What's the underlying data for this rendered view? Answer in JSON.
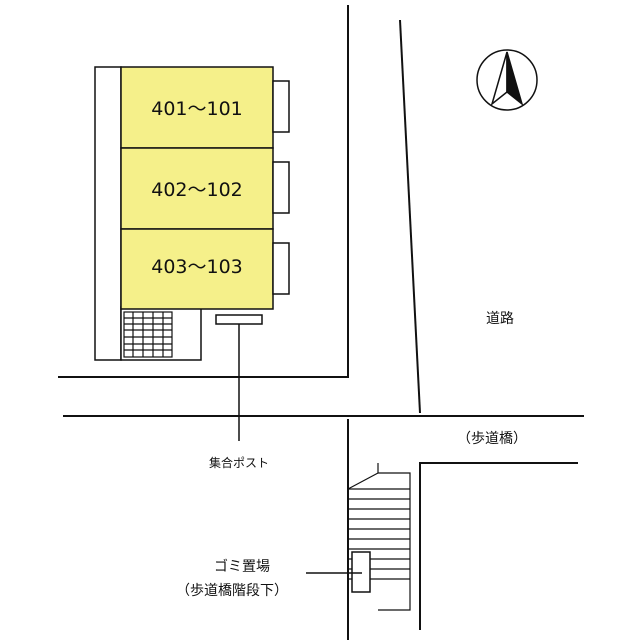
{
  "units": [
    {
      "label": "401～101"
    },
    {
      "label": "402～102"
    },
    {
      "label": "403～103"
    }
  ],
  "labels": {
    "road": "道路",
    "pedestrian_bridge": "（歩道橋）",
    "mailbox": "集合ポスト",
    "garbage_title": "ゴミ置場",
    "garbage_sub": "（歩道橋階段下）"
  },
  "compass": {
    "direction": "north"
  },
  "colors": {
    "unit_fill": "#f5f08a",
    "line": "#111111",
    "background": "#ffffff"
  }
}
